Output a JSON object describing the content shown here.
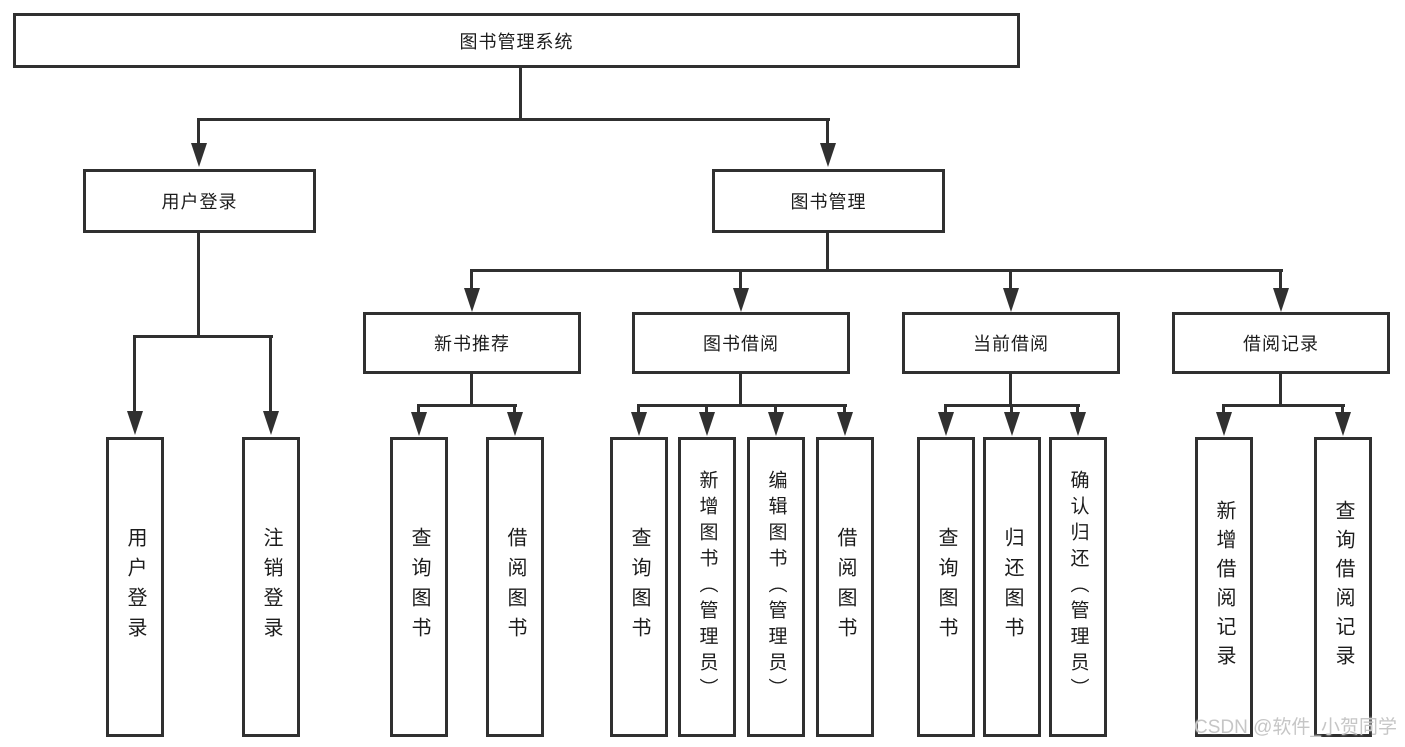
{
  "colors": {
    "line": "#303030",
    "box_border": "#303030",
    "text": "#1c1c1c",
    "watermark": "#c6c6c6",
    "background": "#ffffff"
  },
  "tree": {
    "root": {
      "label": "图书管理系统"
    },
    "branches": [
      {
        "label": "用户登录",
        "children": [
          {
            "label": "用户登录"
          },
          {
            "label": "注销登录"
          }
        ]
      },
      {
        "label": "图书管理",
        "children": [
          {
            "label": "新书推荐",
            "children": [
              {
                "label": "查询图书"
              },
              {
                "label": "借阅图书"
              }
            ]
          },
          {
            "label": "图书借阅",
            "children": [
              {
                "label": "查询图书"
              },
              {
                "label": "新增图书（管理员）"
              },
              {
                "label": "编辑图书（管理员）"
              },
              {
                "label": "借阅图书"
              }
            ]
          },
          {
            "label": "当前借阅",
            "children": [
              {
                "label": "查询图书"
              },
              {
                "label": "归还图书"
              },
              {
                "label": "确认归还（管理员）"
              }
            ]
          },
          {
            "label": "借阅记录",
            "children": [
              {
                "label": "新增借阅记录"
              },
              {
                "label": "查询借阅记录"
              }
            ]
          }
        ]
      }
    ]
  },
  "watermark": {
    "text": "CSDN @软件_小贺同学"
  }
}
